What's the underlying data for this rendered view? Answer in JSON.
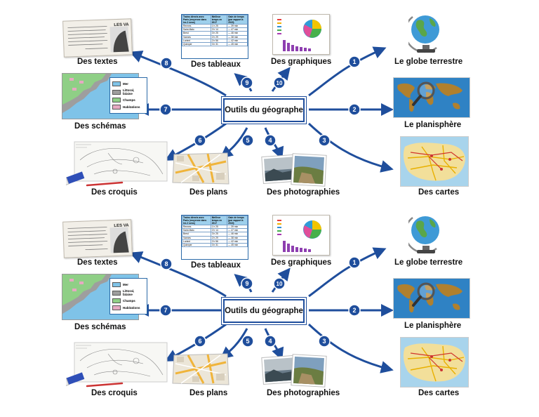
{
  "center_title": "Outils du géographe",
  "nodes": [
    {
      "num": "1",
      "label": "Le globe terrestre",
      "icon": "globe-icon"
    },
    {
      "num": "2",
      "label": "Le planisphère",
      "icon": "world-map-icon"
    },
    {
      "num": "3",
      "label": "Des cartes",
      "icon": "road-map-icon"
    },
    {
      "num": "4",
      "label": "Des photographies",
      "icon": "photo-icon"
    },
    {
      "num": "5",
      "label": "Des plans",
      "icon": "city-plan-icon"
    },
    {
      "num": "6",
      "label": "Des croquis",
      "icon": "sketch-icon"
    },
    {
      "num": "7",
      "label": "Des schémas",
      "icon": "coast-schema-icon"
    },
    {
      "num": "8",
      "label": "Des textes",
      "icon": "text-page-icon"
    },
    {
      "num": "9",
      "label": "Des tableaux",
      "icon": "table-icon"
    },
    {
      "num": "10",
      "label": "Des graphiques",
      "icon": "chart-icon"
    }
  ],
  "schema_legend": [
    "Mer",
    "Littoral, falaise",
    "Champs",
    "Habitations"
  ],
  "newspaper_headline": "LES VA",
  "table": {
    "headers": [
      "Trains directs avec Paris (moyenne dans les 2 sens)",
      "Meilleur temps en 2017",
      "Gain de temps (par rapport à 2015)"
    ],
    "rows": [
      [
        "Rennes",
        "1 h 25",
        "— 39 min"
      ],
      [
        "Saint-Malo",
        "2 h 14",
        "— 47 min"
      ],
      [
        "Brest",
        "3 h 25",
        "— 46 min"
      ],
      [
        "Vannes",
        "2 h 29",
        "— 38 min"
      ],
      [
        "Lorient",
        "2 h 56",
        "— 42 min"
      ],
      [
        "Quimper",
        "3 h 31",
        "— 45 min"
      ]
    ]
  },
  "colors": {
    "arrow": "#1f4e9c",
    "circle": "#1f4e9c",
    "border": "#1f4e9c"
  }
}
